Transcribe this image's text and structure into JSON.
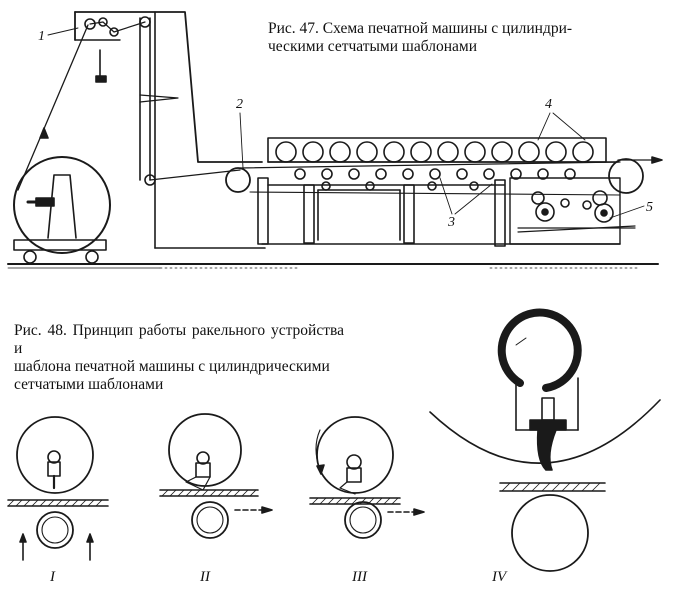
{
  "figure47": {
    "caption_line1": "Рис. 47. Схема печатной машины с цилиндри-",
    "caption_line2": "ческими сетчатыми шаблонами",
    "labels": [
      "1",
      "2",
      "3",
      "4",
      "5"
    ]
  },
  "figure48": {
    "caption_line1": "Рис. 48. Принцип работы ракельного устройства и",
    "caption_line2": "шаблона печатной машины с цилиндрическими",
    "caption_line3": "сетчатыми шаблонами",
    "stages": [
      "I",
      "II",
      "III",
      "IV"
    ]
  },
  "colors": {
    "ink": "#1a1a1a",
    "paper": "#ffffff"
  }
}
